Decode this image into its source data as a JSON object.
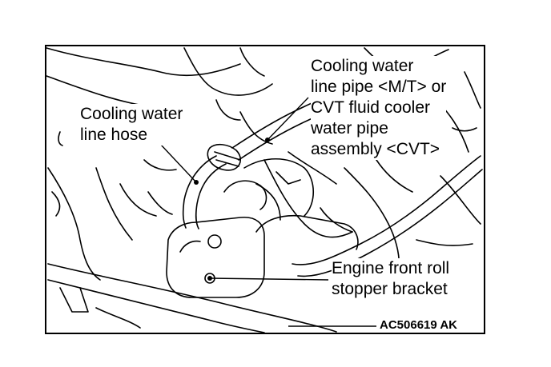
{
  "figure": {
    "labels": {
      "hose": [
        "Cooling water",
        "line hose"
      ],
      "pipe": [
        "Cooling water",
        "line pipe <M/T> or",
        "CVT fluid cooler",
        "water pipe",
        "assembly <CVT>"
      ],
      "bracket": [
        "Engine front roll",
        "stopper bracket"
      ]
    },
    "code": "AC506619 AK"
  }
}
